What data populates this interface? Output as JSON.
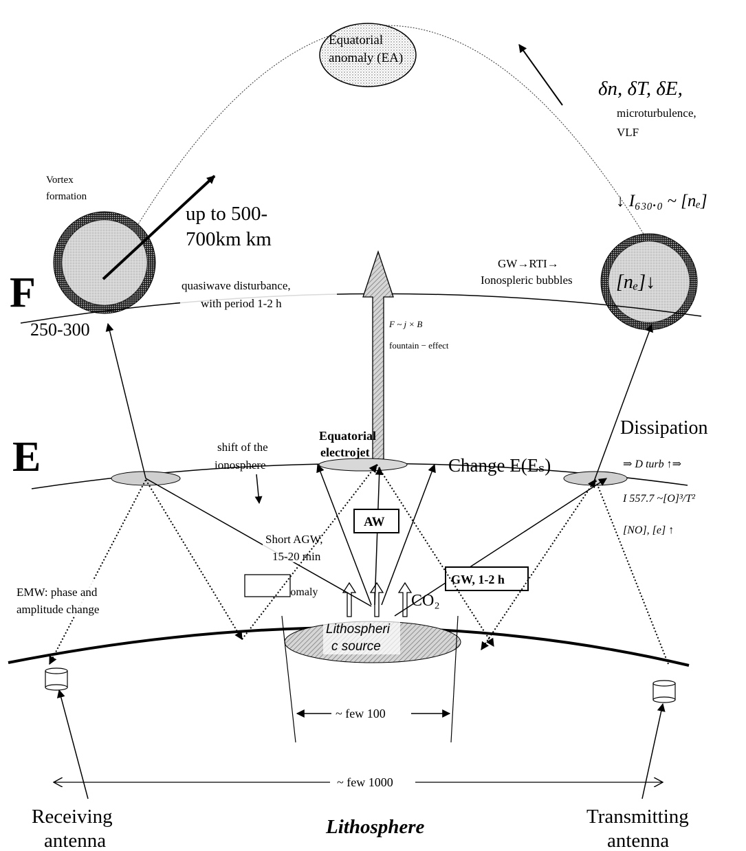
{
  "labels": {
    "ea_line1": "Equatorial",
    "ea_line2": "anomaly (EA)",
    "delta_params": "δn, δT, δE,",
    "micro_line1": "microturbulence,",
    "micro_line2": "VLF",
    "vortex_line1": "Vortex",
    "vortex_line2": "formation",
    "upto_line1": "up to 500-",
    "upto_line2": "700km km",
    "i630": "↓ I₆₃₀.₀ ~ [nₑ]",
    "gw_rti_line1": "GW→RTI→",
    "gw_rti_line2": "Ionospleric bubbles",
    "ne_bubble": "[nₑ]↓",
    "layer_f": "F",
    "quasi_line1": "quasiwave disturbance,",
    "quasi_line2": "with period 1-2 h",
    "f_alt": "250-300",
    "fountain_formula": "F ~ j × B",
    "fountain_text": "fountain − effect",
    "layer_e": "E",
    "shift_line1": "shift of the",
    "shift_line2": "ionosphere",
    "eej_line1": "Equatorial",
    "eej_line2": "electrojet",
    "change_e": "Change E(Eₛ)",
    "dissipation": "Dissipation",
    "dturb": "⇒ D turb ↑⇒",
    "i557": "I 557.7 ~[O]³/T²",
    "no_e": "[NO], [e] ↑",
    "aw": "AW",
    "short_agw_line1": "Short AGW,",
    "short_agw_line2": "15-20 min",
    "gw_box": "GW, 1-2 h",
    "emw_line1": "EMW: phase and",
    "emw_line2": "amplitude change",
    "ir_anomaly": "IR-anomaly",
    "co2": "CO₂",
    "litho_src_line1": "Lithospheri",
    "litho_src_line2": "c source",
    "few100": "~ few 100",
    "few1000": "~ few 1000",
    "receiving_line1": "Receiving",
    "receiving_line2": "antenna",
    "lithosphere": "Lithosphere",
    "transmitting_line1": "Transmitting",
    "transmitting_line2": "antenna"
  }
}
